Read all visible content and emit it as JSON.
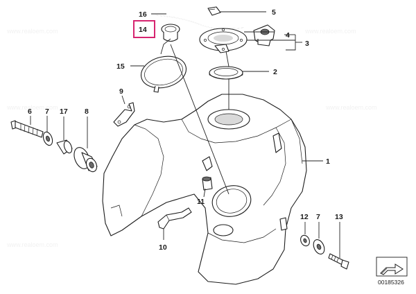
{
  "diagram": {
    "highlight_color": "#d6246f",
    "highlighted_part": "14",
    "catalog_number": "00185326",
    "watermark_text": "www.realoem.com",
    "callouts": [
      {
        "id": "c16",
        "text": "16"
      },
      {
        "id": "c5",
        "text": "5"
      },
      {
        "id": "c14",
        "text": "14"
      },
      {
        "id": "c4",
        "text": "4"
      },
      {
        "id": "c3",
        "text": "3"
      },
      {
        "id": "c15",
        "text": "15"
      },
      {
        "id": "c2",
        "text": "2"
      },
      {
        "id": "c9",
        "text": "9"
      },
      {
        "id": "c6",
        "text": "6"
      },
      {
        "id": "c7a",
        "text": "7"
      },
      {
        "id": "c17",
        "text": "17"
      },
      {
        "id": "c8",
        "text": "8"
      },
      {
        "id": "c1",
        "text": "1"
      },
      {
        "id": "c11",
        "text": "11"
      },
      {
        "id": "c12",
        "text": "12"
      },
      {
        "id": "c7b",
        "text": "7"
      },
      {
        "id": "c13",
        "text": "13"
      },
      {
        "id": "c10",
        "text": "10"
      }
    ],
    "icons": [
      "arrow-logo-icon"
    ]
  }
}
